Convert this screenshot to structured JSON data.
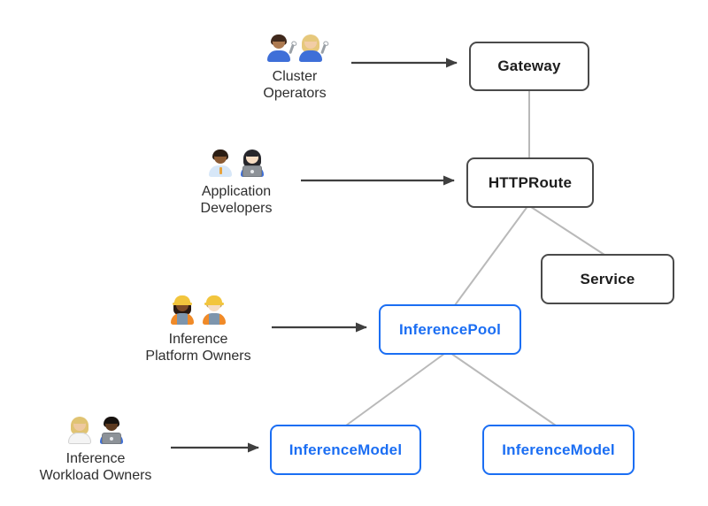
{
  "diagram": {
    "actors": [
      {
        "id": "cluster-operators",
        "label_line1": "Cluster",
        "label_line2": "Operators",
        "emojis": "👨🏽‍🔧 👩🏼‍🔧",
        "icons": [
          "man-mechanic-emoji",
          "woman-mechanic-emoji"
        ]
      },
      {
        "id": "application-developers",
        "label_line1": "Application",
        "label_line2": "Developers",
        "emojis": "👨🏾‍💼 👩🏻‍💻",
        "icons": [
          "man-office-worker-emoji",
          "woman-technologist-emoji"
        ]
      },
      {
        "id": "inference-platform-owners",
        "label_line1": "Inference",
        "label_line2": "Platform Owners",
        "emojis": "👷🏾‍♀️ 👷🏻",
        "icons": [
          "woman-construction-worker-emoji",
          "man-construction-worker-emoji"
        ]
      },
      {
        "id": "inference-workload-owners",
        "label_line1": "Inference",
        "label_line2": "Workload Owners",
        "emojis": "🧑🏼‍⚕️ 🧑🏿‍💻",
        "icons": [
          "health-worker-emoji",
          "man-technologist-emoji"
        ]
      }
    ],
    "nodes": [
      {
        "id": "gateway",
        "label": "Gateway",
        "style": "dark"
      },
      {
        "id": "httproute",
        "label": "HTTPRoute",
        "style": "dark"
      },
      {
        "id": "service",
        "label": "Service",
        "style": "dark"
      },
      {
        "id": "inference-pool",
        "label": "InferencePool",
        "style": "blue"
      },
      {
        "id": "inference-model-1",
        "label": "InferenceModel",
        "style": "blue"
      },
      {
        "id": "inference-model-2",
        "label": "InferenceModel",
        "style": "blue"
      }
    ],
    "edges": [
      {
        "from": "cluster-operators",
        "to": "gateway",
        "type": "arrow"
      },
      {
        "from": "application-developers",
        "to": "httproute",
        "type": "arrow"
      },
      {
        "from": "inference-platform-owners",
        "to": "inference-pool",
        "type": "arrow"
      },
      {
        "from": "inference-workload-owners",
        "to": "inference-model-1",
        "type": "arrow"
      },
      {
        "from": "gateway",
        "to": "httproute",
        "type": "line"
      },
      {
        "from": "httproute",
        "to": "inference-pool",
        "type": "line"
      },
      {
        "from": "httproute",
        "to": "service",
        "type": "line"
      },
      {
        "from": "inference-pool",
        "to": "inference-model-1",
        "type": "line"
      },
      {
        "from": "inference-pool",
        "to": "inference-model-2",
        "type": "line"
      }
    ],
    "colors": {
      "background": "#ffffff",
      "node_border_dark": "#4a4a4a",
      "node_text_dark": "#1d1d1d",
      "accent_blue": "#1b6ef3",
      "connector_gray": "#b9b9b9",
      "arrow_dark": "#3f3f3f",
      "label_text": "#2e2e2e"
    }
  }
}
